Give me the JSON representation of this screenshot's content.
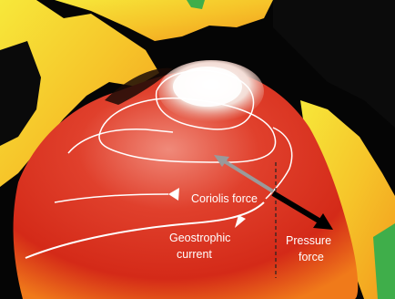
{
  "labels": {
    "coriolis": "Coriolis force",
    "geostrophic_line1": "Geostrophic",
    "geostrophic_line2": "current",
    "pressure_line1": "Pressure",
    "pressure_line2": "force"
  },
  "colors": {
    "background": "#050505",
    "sea_red": "#d92a1a",
    "sea_orange": "#f4801c",
    "land_yellow": "#f6e63a",
    "land_green": "#3fae4a",
    "high_white": "#ffffff",
    "arrow_black": "#000000",
    "arrow_grey": "#9a9a9a",
    "contour": "#ffffff"
  },
  "icons": {
    "coriolis_arrow": "grey-arrow",
    "pressure_arrow": "black-arrow",
    "current_arrow": "white-arrowhead"
  }
}
